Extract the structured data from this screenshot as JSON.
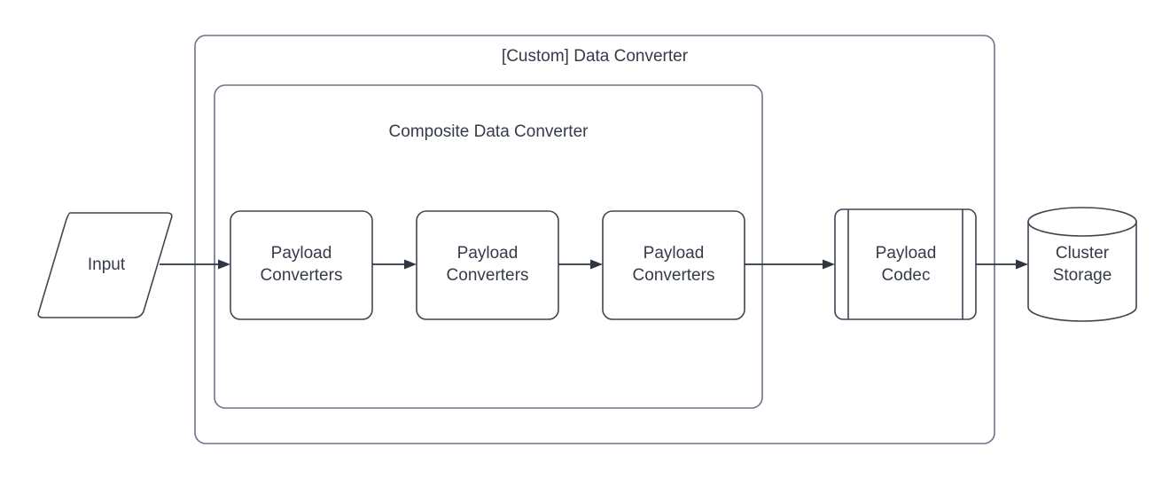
{
  "diagram": {
    "type": "flowchart",
    "background": "#ffffff",
    "stroke_color": "#3d4654",
    "container_stroke_color": "#6b7585",
    "text_color": "#353b49",
    "containers": [
      {
        "id": "custom-data-converter",
        "title": "[Custom] Data Converter",
        "shape": "rounded-rectangle"
      },
      {
        "id": "composite-data-converter",
        "title": "Composite Data Converter",
        "shape": "rounded-rectangle"
      }
    ],
    "nodes": [
      {
        "id": "input",
        "label": "Input",
        "shape": "parallelogram"
      },
      {
        "id": "payload-converters-1",
        "label": "Payload\nConverters",
        "shape": "rounded-rectangle"
      },
      {
        "id": "payload-converters-2",
        "label": "Payload\nConverters",
        "shape": "rounded-rectangle"
      },
      {
        "id": "payload-converters-3",
        "label": "Payload\nConverters",
        "shape": "rounded-rectangle"
      },
      {
        "id": "payload-codec",
        "label": "Payload\nCodec",
        "shape": "subroutine"
      },
      {
        "id": "cluster-storage",
        "label": "Cluster\nStorage",
        "shape": "cylinder"
      }
    ],
    "edges": [
      {
        "from": "input",
        "to": "payload-converters-1",
        "arrow": "single"
      },
      {
        "from": "payload-converters-1",
        "to": "payload-converters-2",
        "arrow": "single"
      },
      {
        "from": "payload-converters-2",
        "to": "payload-converters-3",
        "arrow": "single"
      },
      {
        "from": "payload-converters-3",
        "to": "payload-codec",
        "arrow": "single"
      },
      {
        "from": "payload-codec",
        "to": "cluster-storage",
        "arrow": "single"
      }
    ]
  }
}
